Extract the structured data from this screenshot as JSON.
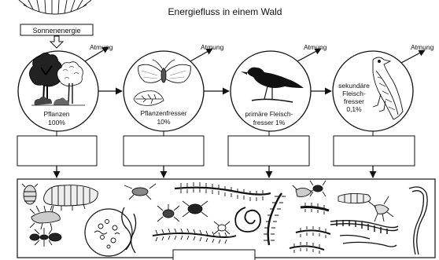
{
  "title": "Energiefluss in einem Wald",
  "sun_label": "Sonnenenergie",
  "atmung": "Atmung",
  "levels": [
    {
      "name": "Pflanzen",
      "percent": "100%",
      "icon": "trees-icon"
    },
    {
      "name": "Pflanzenfresser",
      "percent": "10%",
      "icon": "moth-icon"
    },
    {
      "name_line1": "primäre Fleisch-",
      "name_line2": "fresser 1%",
      "icon": "blackbird-icon"
    },
    {
      "name_line1": "sekundäre",
      "name_line2": "Fleisch-",
      "name_line3": "fresser",
      "percent": "0,1%",
      "icon": "hawk-icon"
    }
  ],
  "decomposer_icons": [
    "woodlouse-icon",
    "centipede-icon",
    "springtail-icon",
    "mite-icon",
    "worm-icon",
    "larva-icon",
    "millipede-icon"
  ]
}
